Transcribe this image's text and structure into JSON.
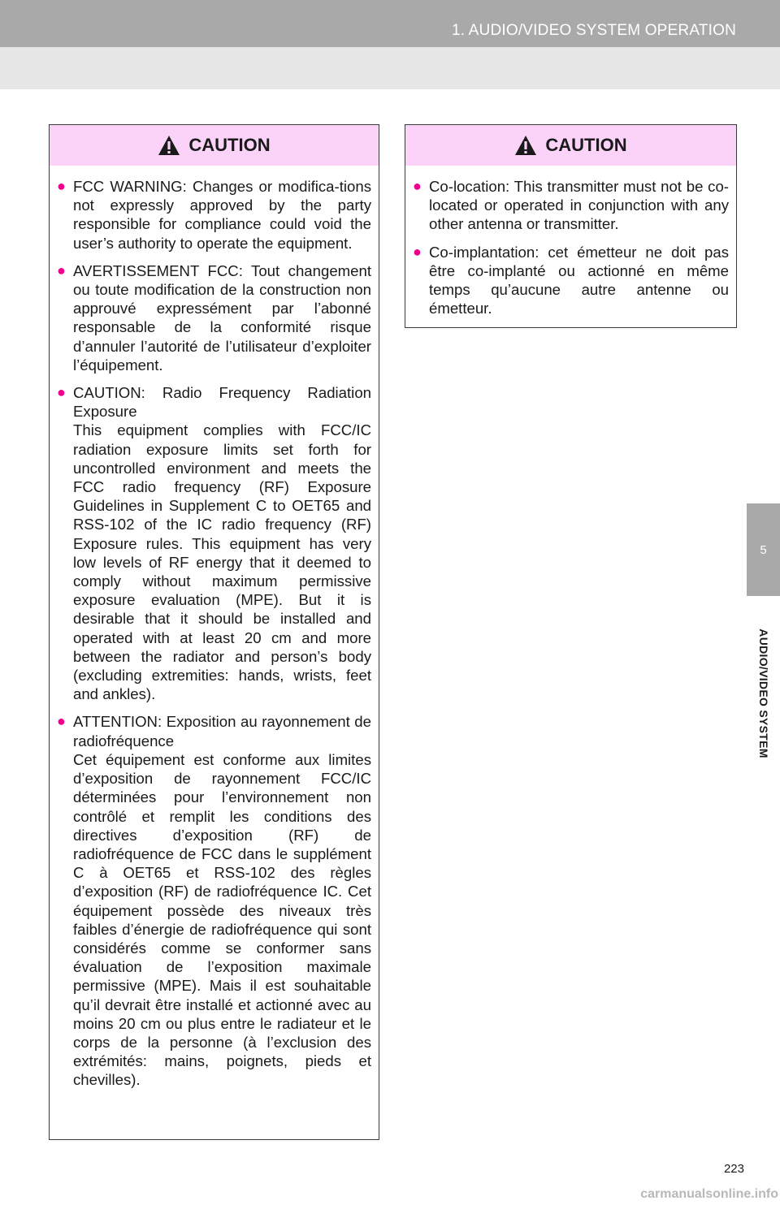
{
  "header": {
    "title": "1. AUDIO/VIDEO SYSTEM OPERATION"
  },
  "side_tab": {
    "number": "5",
    "label": "AUDIO/VIDEO SYSTEM"
  },
  "left_caution": {
    "title": "CAUTION",
    "items": [
      "FCC WARNING: Changes or modifica-tions not expressly approved by the party responsible for compliance could void the user’s authority to operate the equipment.",
      "AVERTISSEMENT FCC: Tout changement ou toute modification de la construction non approuvé expressément par l’abonné responsable de la conformité risque d’annuler l’autorité de l’utilisateur d’exploiter l’équipement.",
      "CAUTION: Radio Frequency Radiation Exposure\nThis equipment complies with FCC/IC radiation exposure limits set forth for uncontrolled environment and meets the FCC radio frequency (RF) Exposure Guidelines in Supplement C to OET65 and RSS-102 of the IC radio frequency (RF) Exposure rules. This equipment has very low levels of RF energy that it deemed to comply without maximum permissive exposure evaluation (MPE). But it is desirable that it should be installed and operated with at least 20 cm and more between the radiator and person’s body (excluding extremities: hands, wrists, feet and ankles).",
      "ATTENTION: Exposition au rayonnement de radiofréquence\nCet équipement est conforme aux limites d’exposition de rayonnement FCC/IC déterminées pour l’environnement non contrôlé et remplit les conditions des directives d’exposition (RF) de radiofréquence de FCC dans le supplément C à OET65 et RSS-102 des règles d’exposition (RF) de radiofréquence IC. Cet équipement possède des niveaux très faibles d’énergie de radiofréquence qui sont considérés comme se conformer sans évaluation de l’exposition maximale permissive (MPE). Mais il est souhaitable qu’il devrait être installé et actionné avec au moins 20 cm ou plus entre le radiateur et le corps de la personne (à l’exclusion des extrémités: mains, poignets, pieds et chevilles)."
    ]
  },
  "right_caution": {
    "title": "CAUTION",
    "items": [
      "Co-location: This transmitter must not be co-located or operated in conjunction with any other antenna or transmitter.",
      "Co-implantation: cet émetteur ne doit pas être co-implanté ou actionné en même temps qu’aucune autre antenne ou émetteur."
    ]
  },
  "footer": {
    "page_number": "223",
    "watermark": "carmanualsonline.info"
  },
  "colors": {
    "header_strip": "#a9a9a9",
    "header_band": "#e6e6e6",
    "caution_header": "#fbd3f8",
    "bullet": "#ec008c"
  },
  "icons": {
    "bullet": "●",
    "caution": "warning-triangle-icon"
  }
}
